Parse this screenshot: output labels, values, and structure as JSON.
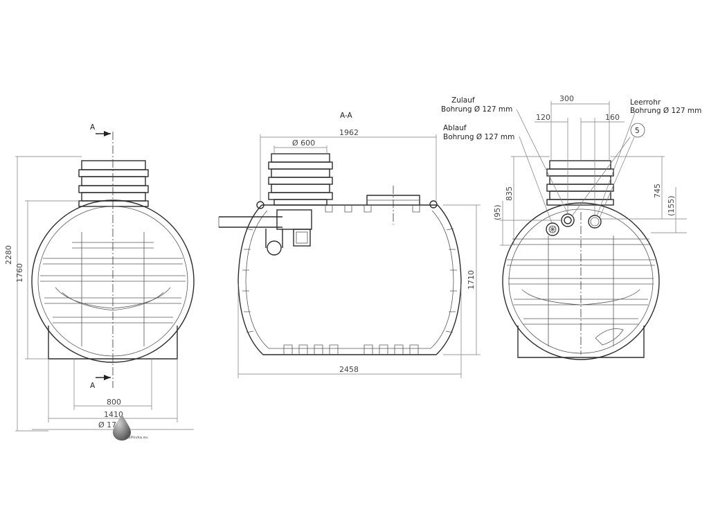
{
  "section_title": "A-A",
  "section_marker": "A",
  "front_view": {
    "dim_total_height": "2280",
    "dim_body_height": "1760",
    "dim_foot_width": "800",
    "dim_body_width": "1410",
    "dim_diameter": "Ø 17"
  },
  "section_view": {
    "dim_top_length": "1962",
    "dim_shaft_diameter": "Ø 600",
    "dim_total_length": "2458",
    "dim_height": "1710"
  },
  "side_view": {
    "inlet_title": "Zulauf",
    "inlet_bore": "Bohrung Ø 127 mm",
    "outlet_title": "Ablauf",
    "outlet_bore": "Bohrung Ø 127 mm",
    "drain_title": "Leerrohr",
    "drain_bore": "Bohrung Ø 127 mm",
    "balloon": "5",
    "dim_300": "300",
    "dim_120": "120",
    "dim_160": "160",
    "dim_835": "835",
    "dim_95": "(95)",
    "dim_745": "745",
    "dim_155": "(155)"
  },
  "watermark": "Delfovka.eu",
  "colors": {
    "line": "#2b2b2b",
    "dimension": "#7a7a7a",
    "text": "#444444",
    "drop": "#6f6f6f"
  }
}
